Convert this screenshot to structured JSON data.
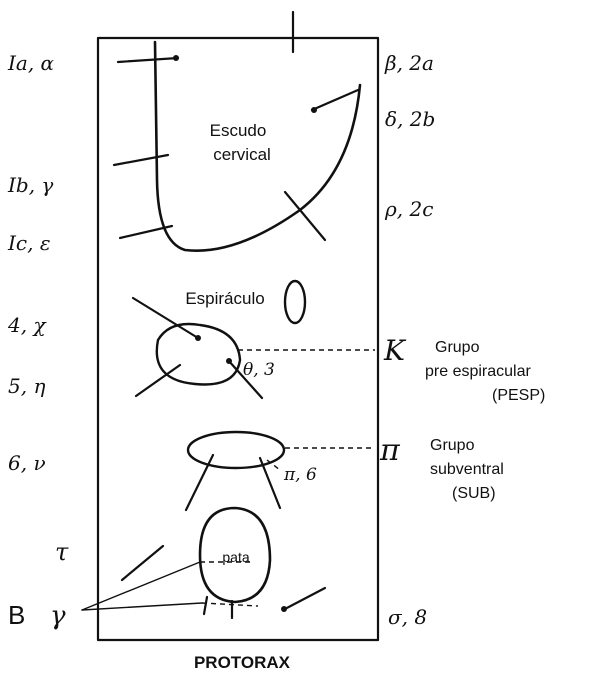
{
  "figure_letter": "B",
  "title": "PROTORAX",
  "regions": {
    "shield": "Escudo",
    "shield_2": "cervical",
    "spiracle": "Espiráculo",
    "leg": "pata"
  },
  "left_labels": {
    "l1a": "Ia, α",
    "l1b": "Ib, γ",
    "l1c": "Ic, ε",
    "l4": "4, χ",
    "l5": "5, η",
    "l6": "6, ν",
    "ltau": "τ",
    "lgamma": "γ"
  },
  "right_labels": {
    "beta": "β, 2a",
    "delta": "δ, 2b",
    "rho": "ρ, 2c",
    "kappa": "K",
    "pi": "π",
    "sigma": "σ, 8"
  },
  "inner_labels": {
    "theta": "θ, 3",
    "pi6": "π, 6"
  },
  "groups": {
    "pesp_1": "Grupo",
    "pesp_2": "pre espiracular",
    "pesp_3": "(PESP)",
    "sub_1": "Grupo",
    "sub_2": "subventral",
    "sub_3": "(SUB)"
  }
}
